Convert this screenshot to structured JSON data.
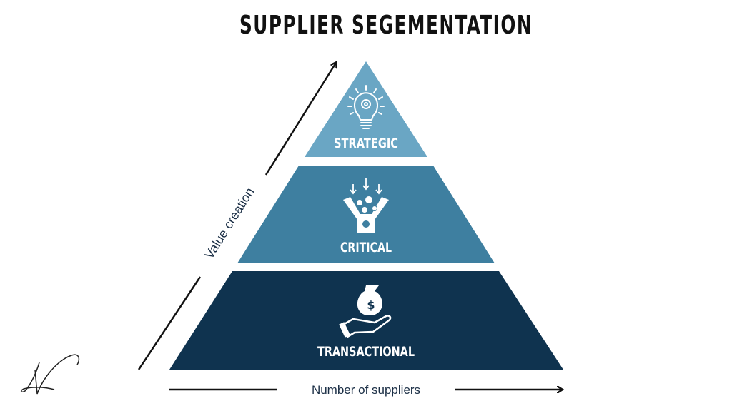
{
  "title": "SUPPLIER SEGEMENTATION",
  "tiers": [
    {
      "label": "STRATEGIC",
      "icon": "lightbulb-gear-icon",
      "color": "#6aa6c4"
    },
    {
      "label": "CRITICAL",
      "icon": "funnel-icon",
      "color": "#3e7fa0"
    },
    {
      "label": "TRANSACTIONAL",
      "icon": "money-bag-hand-icon",
      "color": "#0f334f"
    }
  ],
  "axes": {
    "vertical_label": "Value creation",
    "horizontal_label": "Number of suppliers"
  },
  "signature": "N"
}
